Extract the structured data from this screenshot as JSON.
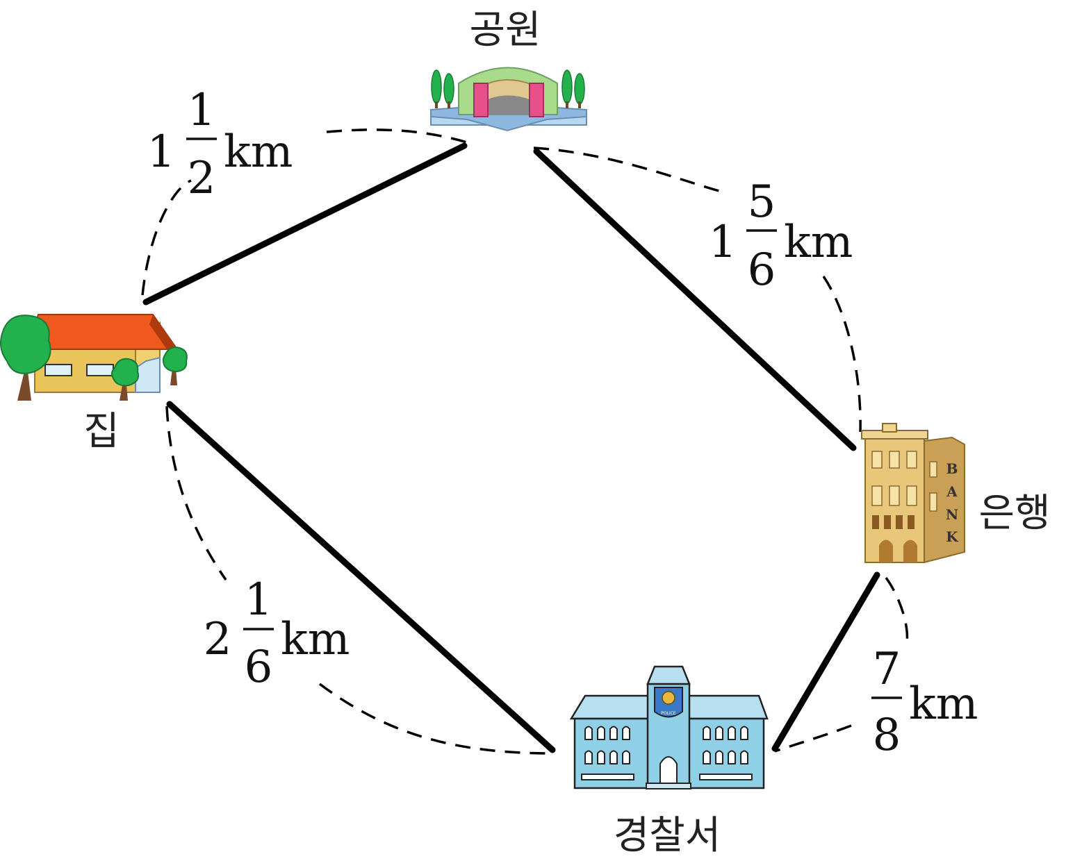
{
  "places": {
    "park": {
      "label": "공원",
      "icon": "park-icon"
    },
    "home": {
      "label": "집",
      "icon": "house-icon"
    },
    "bank": {
      "label": "은행",
      "icon": "bank-icon",
      "sign": "BANK"
    },
    "police": {
      "label": "경찰서",
      "icon": "police-station-icon",
      "badge": "POLICE"
    }
  },
  "distances": {
    "home_park": {
      "whole": "1",
      "numerator": "1",
      "denominator": "2",
      "unit": "km"
    },
    "park_bank": {
      "whole": "1",
      "numerator": "5",
      "denominator": "6",
      "unit": "km"
    },
    "home_police": {
      "whole": "2",
      "numerator": "1",
      "denominator": "6",
      "unit": "km"
    },
    "bank_police": {
      "whole": "",
      "numerator": "7",
      "denominator": "8",
      "unit": "km"
    }
  },
  "colors": {
    "house_roof": "#f05a1e",
    "house_wall": "#e8c45a",
    "tree": "#22b14c",
    "park_roof": "#a8dc8c",
    "park_gate": "#e8508a",
    "bank_wall": "#e9c77a",
    "police_wall": "#8fd0e6"
  }
}
